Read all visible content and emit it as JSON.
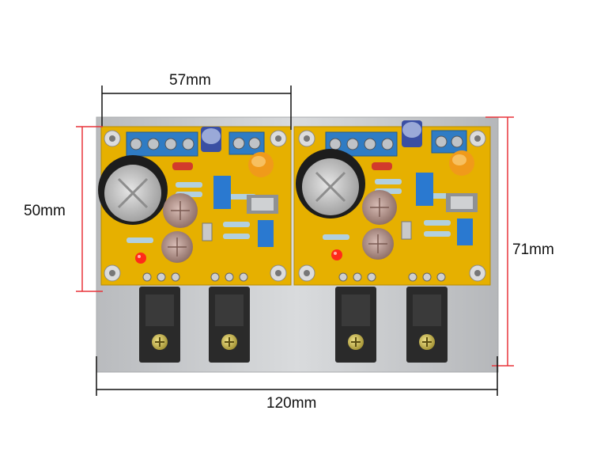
{
  "dimensions": {
    "top_width": "57mm",
    "left_height": "50mm",
    "right_height": "71mm",
    "bottom_width": "120mm"
  },
  "colors": {
    "pcb": "#e6b000",
    "pcb_dark": "#c99400",
    "heatsink": "#c9cbcd",
    "terminal": "#2f7cc4",
    "dimension_red": "#e8343a",
    "dimension_black": "#111111",
    "led": "#ff2a1a",
    "transistor": "#2a2a2a"
  }
}
